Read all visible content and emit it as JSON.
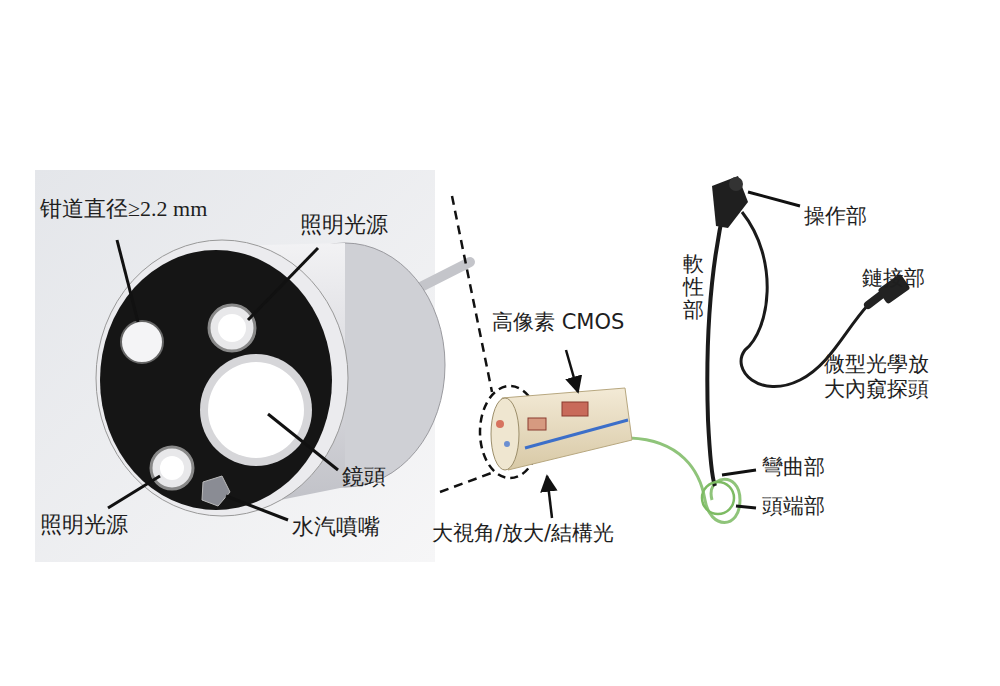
{
  "diagram": {
    "labels": [
      "钳道直径≥2.2 mm",
      "照明光源",
      "鏡頭",
      "照明光源",
      "水汽噴嘴",
      "高像素 CMOS",
      "大視角/放大/結構光",
      "操作部",
      "軟性部",
      "鏈接部",
      "微型光學放 大內窺探頭",
      "彎曲部",
      "頭端部"
    ]
  }
}
